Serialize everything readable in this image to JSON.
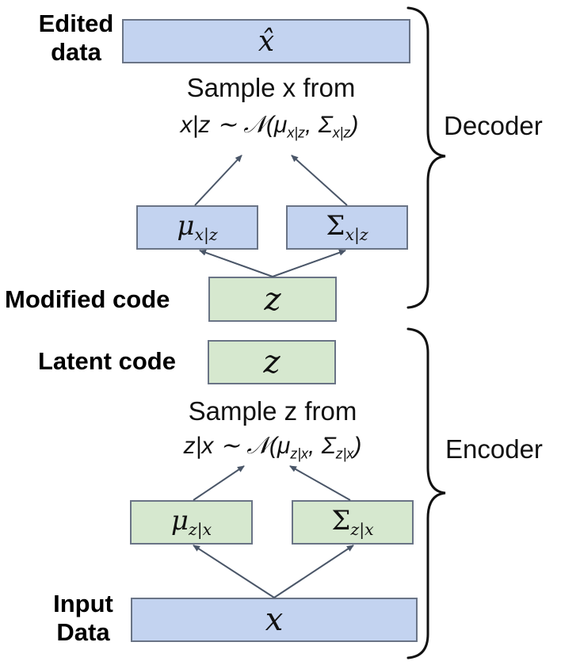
{
  "labels": {
    "edited_data": "Edited data",
    "modified_code": "Modified code",
    "latent_code": "Latent code",
    "input_data": "Input Data"
  },
  "decoder": {
    "output_symbol": "x̂",
    "sample_text": "Sample x from",
    "dist_lhs": "x|z ∼ 𝒩(μ",
    "dist_mu_sub": "x|z",
    "dist_mid": ", Σ",
    "dist_sigma_sub": "x|z",
    "dist_rhs": ")",
    "mu_symbol": "μ",
    "mu_sub": "x|z",
    "sigma_symbol": "Σ",
    "sigma_sub": "x|z",
    "code_symbol": "z",
    "brace_label": "Decoder"
  },
  "encoder": {
    "code_symbol": "z",
    "sample_text": "Sample z from",
    "dist_lhs": "z|x ∼ 𝒩(μ",
    "dist_mu_sub": "z|x",
    "dist_mid": ", Σ",
    "dist_sigma_sub": "z|x",
    "dist_rhs": ")",
    "mu_symbol": "μ",
    "mu_sub": "z|x",
    "sigma_symbol": "Σ",
    "sigma_sub": "z|x",
    "input_symbol": "x",
    "brace_label": "Encoder"
  },
  "colors": {
    "blue_box": "#c3d3f0",
    "green_box": "#d6e8cf",
    "arrow": "#4a5668"
  }
}
